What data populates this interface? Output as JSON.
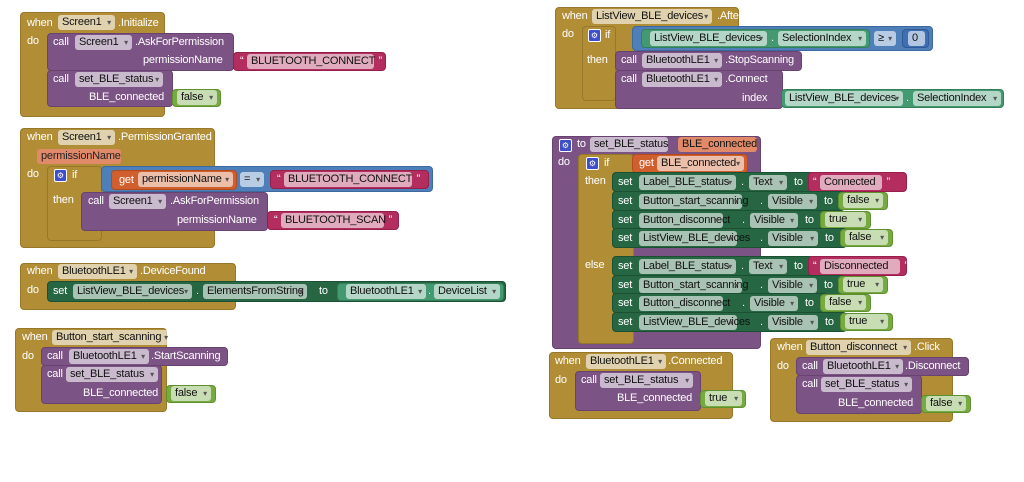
{
  "init": {
    "when": "when",
    "component": "Screen1",
    "event": ".Initialize",
    "do": "do",
    "call1": {
      "call": "call",
      "component": "Screen1",
      "method": ".AskForPermission",
      "arg": "permissionName",
      "value": "BLUETOOTH_CONNECT"
    },
    "call2": {
      "call": "call",
      "proc": "set_BLE_status",
      "arg": "BLE_connected",
      "value": "false"
    }
  },
  "perm": {
    "when": "when",
    "component": "Screen1",
    "event": ".PermissionGranted",
    "param": "permissionName",
    "do": "do",
    "if": "if",
    "then": "then",
    "get": "get",
    "var": "permissionName",
    "op": "=",
    "compare": "BLUETOOTH_CONNECT",
    "call": {
      "call": "call",
      "component": "Screen1",
      "method": ".AskForPermission",
      "arg": "permissionName",
      "value": "BLUETOOTH_SCAN"
    }
  },
  "found": {
    "when": "when",
    "component": "BluetoothLE1",
    "event": ".DeviceFound",
    "do": "do",
    "set": "set",
    "target": "ListView_BLE_devices",
    "dot": ".",
    "prop": "ElementsFromString",
    "to": "to",
    "src": "BluetoothLE1",
    "src_prop": "DeviceList"
  },
  "scan": {
    "when": "when",
    "component": "Button_start_scanning",
    "event": ".Click",
    "do": "do",
    "call1": {
      "call": "call",
      "component": "BluetoothLE1",
      "method": ".StartScanning"
    },
    "call2": {
      "call": "call",
      "proc": "set_BLE_status",
      "arg": "BLE_connected",
      "value": "false"
    }
  },
  "pick": {
    "when": "when",
    "component": "ListView_BLE_devices",
    "event": ".AfterPicking",
    "do": "do",
    "if": "if",
    "then": "then",
    "lhs_comp": "ListView_BLE_devices",
    "dot": ".",
    "lhs_prop": "SelectionIndex",
    "op": "≥",
    "rhs": "0",
    "call1": {
      "call": "call",
      "component": "BluetoothLE1",
      "method": ".StopScanning"
    },
    "call2": {
      "call": "call",
      "component": "BluetoothLE1",
      "method": ".Connect",
      "arg": "index",
      "val_comp": "ListView_BLE_devices",
      "val_prop": "SelectionIndex"
    }
  },
  "proc": {
    "to": "to",
    "name": "set_BLE_status",
    "param": "BLE_connected",
    "do": "do",
    "if": "if",
    "then": "then",
    "else": "else",
    "get": "get",
    "var": "BLE_connected",
    "set": "set",
    "dot": ".",
    "assign": "to",
    "then_rows": [
      {
        "comp": "Label_BLE_status",
        "prop": "Text",
        "value": "Connected"
      },
      {
        "comp": "Button_start_scanning",
        "prop": "Visible",
        "value": "false"
      },
      {
        "comp": "Button_disconnect",
        "prop": "Visible",
        "value": "true"
      },
      {
        "comp": "ListView_BLE_devices",
        "prop": "Visible",
        "value": "false"
      }
    ],
    "else_rows": [
      {
        "comp": "Label_BLE_status",
        "prop": "Text",
        "value": "Disconnected"
      },
      {
        "comp": "Button_start_scanning",
        "prop": "Visible",
        "value": "true"
      },
      {
        "comp": "Button_disconnect",
        "prop": "Visible",
        "value": "false"
      },
      {
        "comp": "ListView_BLE_devices",
        "prop": "Visible",
        "value": "true"
      }
    ]
  },
  "connected": {
    "when": "when",
    "component": "BluetoothLE1",
    "event": ".Connected",
    "do": "do",
    "call": {
      "call": "call",
      "proc": "set_BLE_status",
      "arg": "BLE_connected",
      "value": "true"
    }
  },
  "disc": {
    "when": "when",
    "component": "Button_disconnect",
    "event": ".Click",
    "do": "do",
    "call1": {
      "call": "call",
      "component": "BluetoothLE1",
      "method": ".Disconnect"
    },
    "call2": {
      "call": "call",
      "proc": "set_BLE_status",
      "arg": "BLE_connected",
      "value": "false"
    }
  },
  "colors": {
    "event": "#b18e35",
    "procedure": "#7c5385",
    "text": "#b32d5e",
    "logic": "#77ab41",
    "component_set": "#266643",
    "component_get": "#439970",
    "variable": "#d05f2d",
    "compare": "#4e7fb8"
  }
}
